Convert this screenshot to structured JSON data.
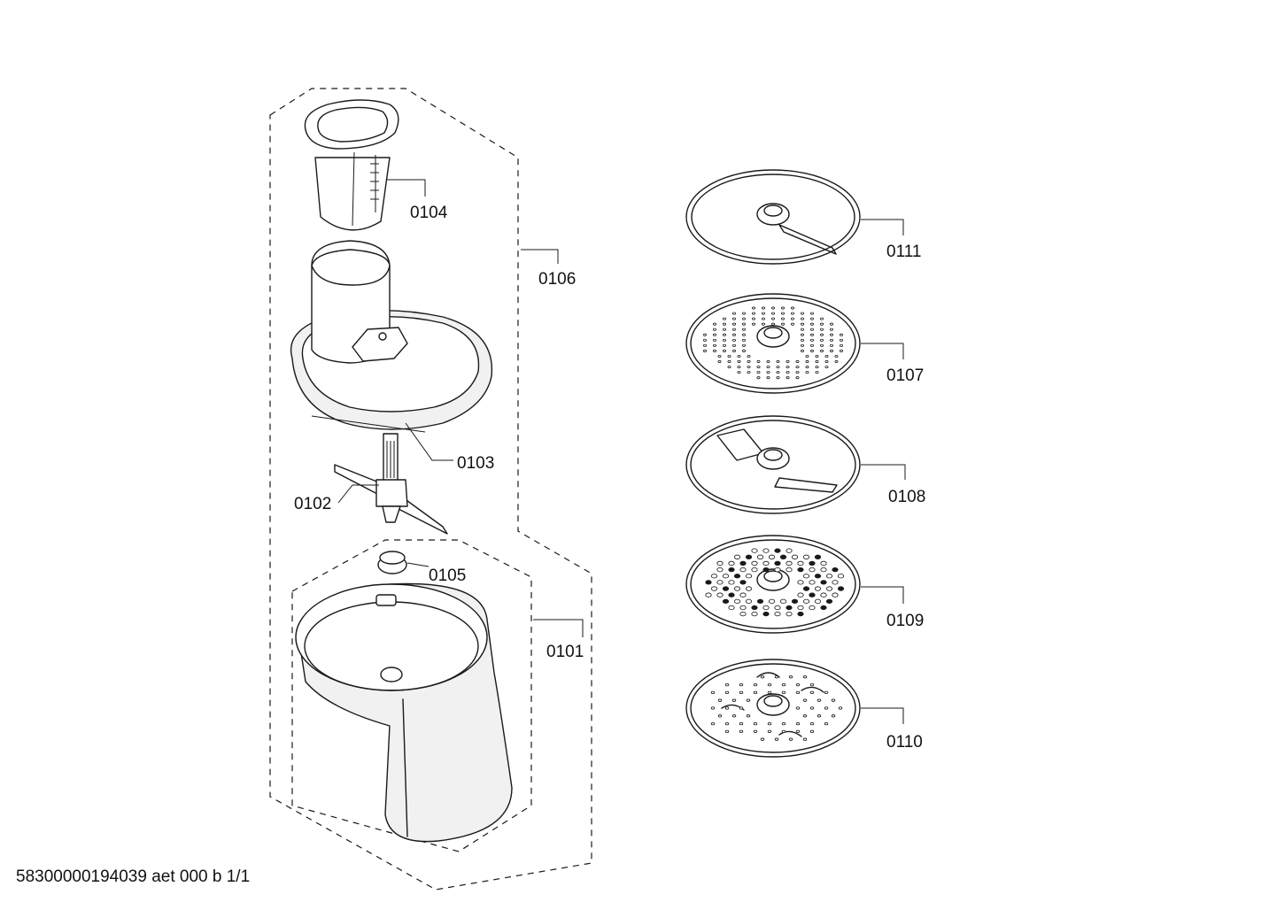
{
  "parts": [
    {
      "id": "0104",
      "label": "0104"
    },
    {
      "id": "0106",
      "label": "0106"
    },
    {
      "id": "0103",
      "label": "0103"
    },
    {
      "id": "0102",
      "label": "0102"
    },
    {
      "id": "0105",
      "label": "0105"
    },
    {
      "id": "0101",
      "label": "0101"
    },
    {
      "id": "0111",
      "label": "0111"
    },
    {
      "id": "0107",
      "label": "0107"
    },
    {
      "id": "0108",
      "label": "0108"
    },
    {
      "id": "0109",
      "label": "0109"
    },
    {
      "id": "0110",
      "label": "0110"
    }
  ],
  "footer": {
    "text": "58300000194039 aet 000 b 1/1"
  }
}
